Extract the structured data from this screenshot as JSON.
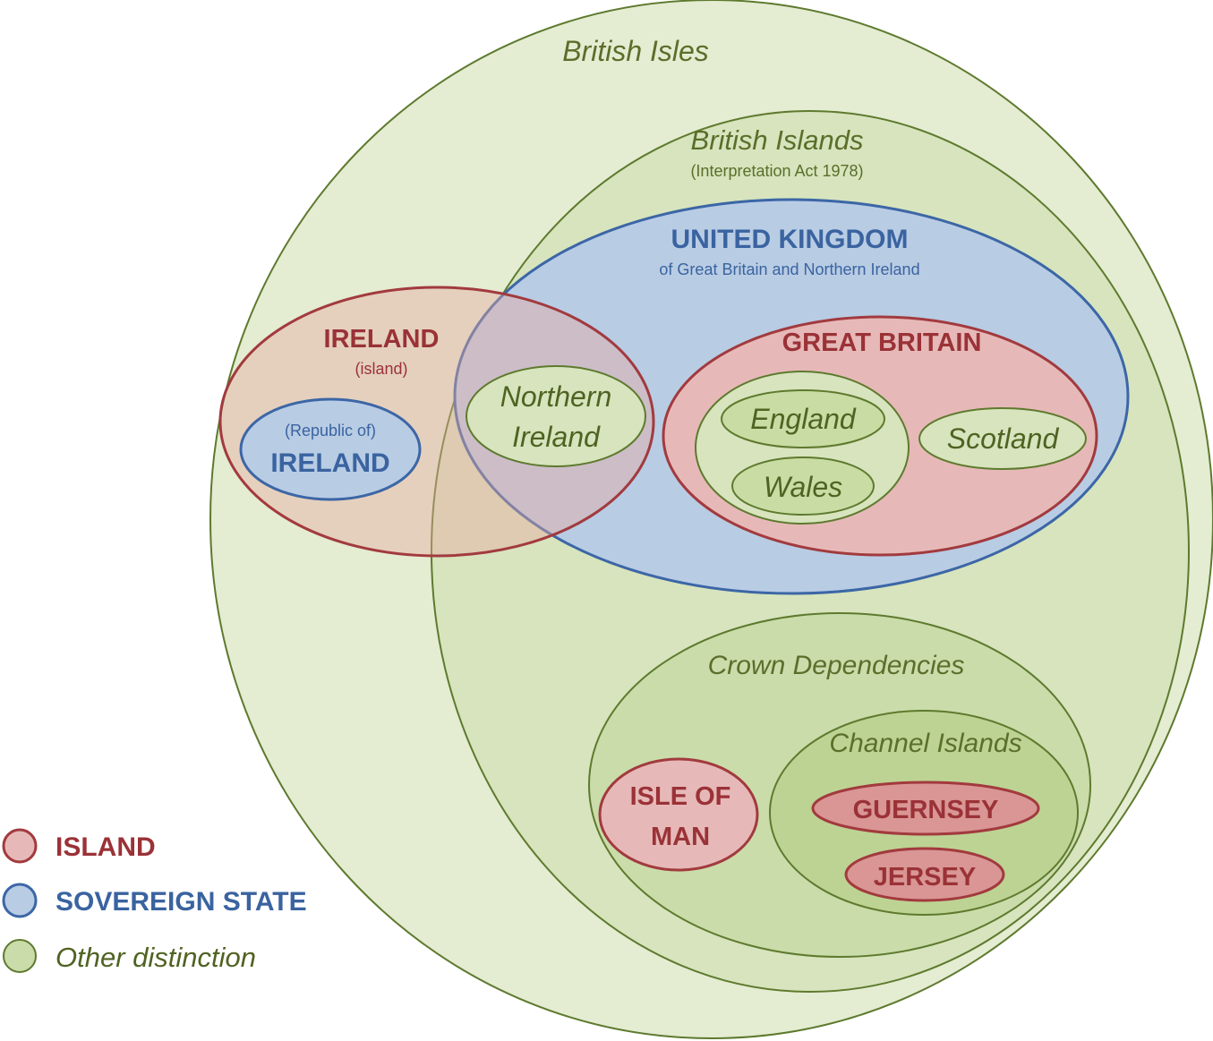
{
  "colors": {
    "island_fill": "#e6b9b8",
    "island_stroke": "#a23a3e",
    "state_fill": "#b8cce4",
    "state_stroke": "#3c66a6",
    "other_fill": "#d7e4bd",
    "other_stroke": "#5e7a2e"
  },
  "sets": {
    "british_isles": {
      "label": "British Isles"
    },
    "british_islands": {
      "label": "British Islands",
      "note": "(Interpretation Act 1978)"
    },
    "united_kingdom": {
      "label": "UNITED KINGDOM",
      "note": "of Great Britain and Northern Ireland"
    },
    "ireland_island": {
      "label": "IRELAND",
      "note": "(island)"
    },
    "republic_of_ireland": {
      "note": "(Republic of)",
      "label": "IRELAND"
    },
    "northern_ireland": {
      "line1": "Northern",
      "line2": "Ireland"
    },
    "great_britain": {
      "label": "GREAT BRITAIN"
    },
    "england": {
      "label": "England"
    },
    "wales": {
      "label": "Wales"
    },
    "scotland": {
      "label": "Scotland"
    },
    "crown_dependencies": {
      "label": "Crown Dependencies"
    },
    "channel_islands": {
      "label": "Channel Islands"
    },
    "isle_of_man": {
      "line1": "ISLE OF",
      "line2": "MAN"
    },
    "guernsey": {
      "label": "GUERNSEY"
    },
    "jersey": {
      "label": "JERSEY"
    }
  },
  "legend": {
    "island": "ISLAND",
    "sovereign_state": "SOVEREIGN STATE",
    "other": "Other distinction"
  }
}
